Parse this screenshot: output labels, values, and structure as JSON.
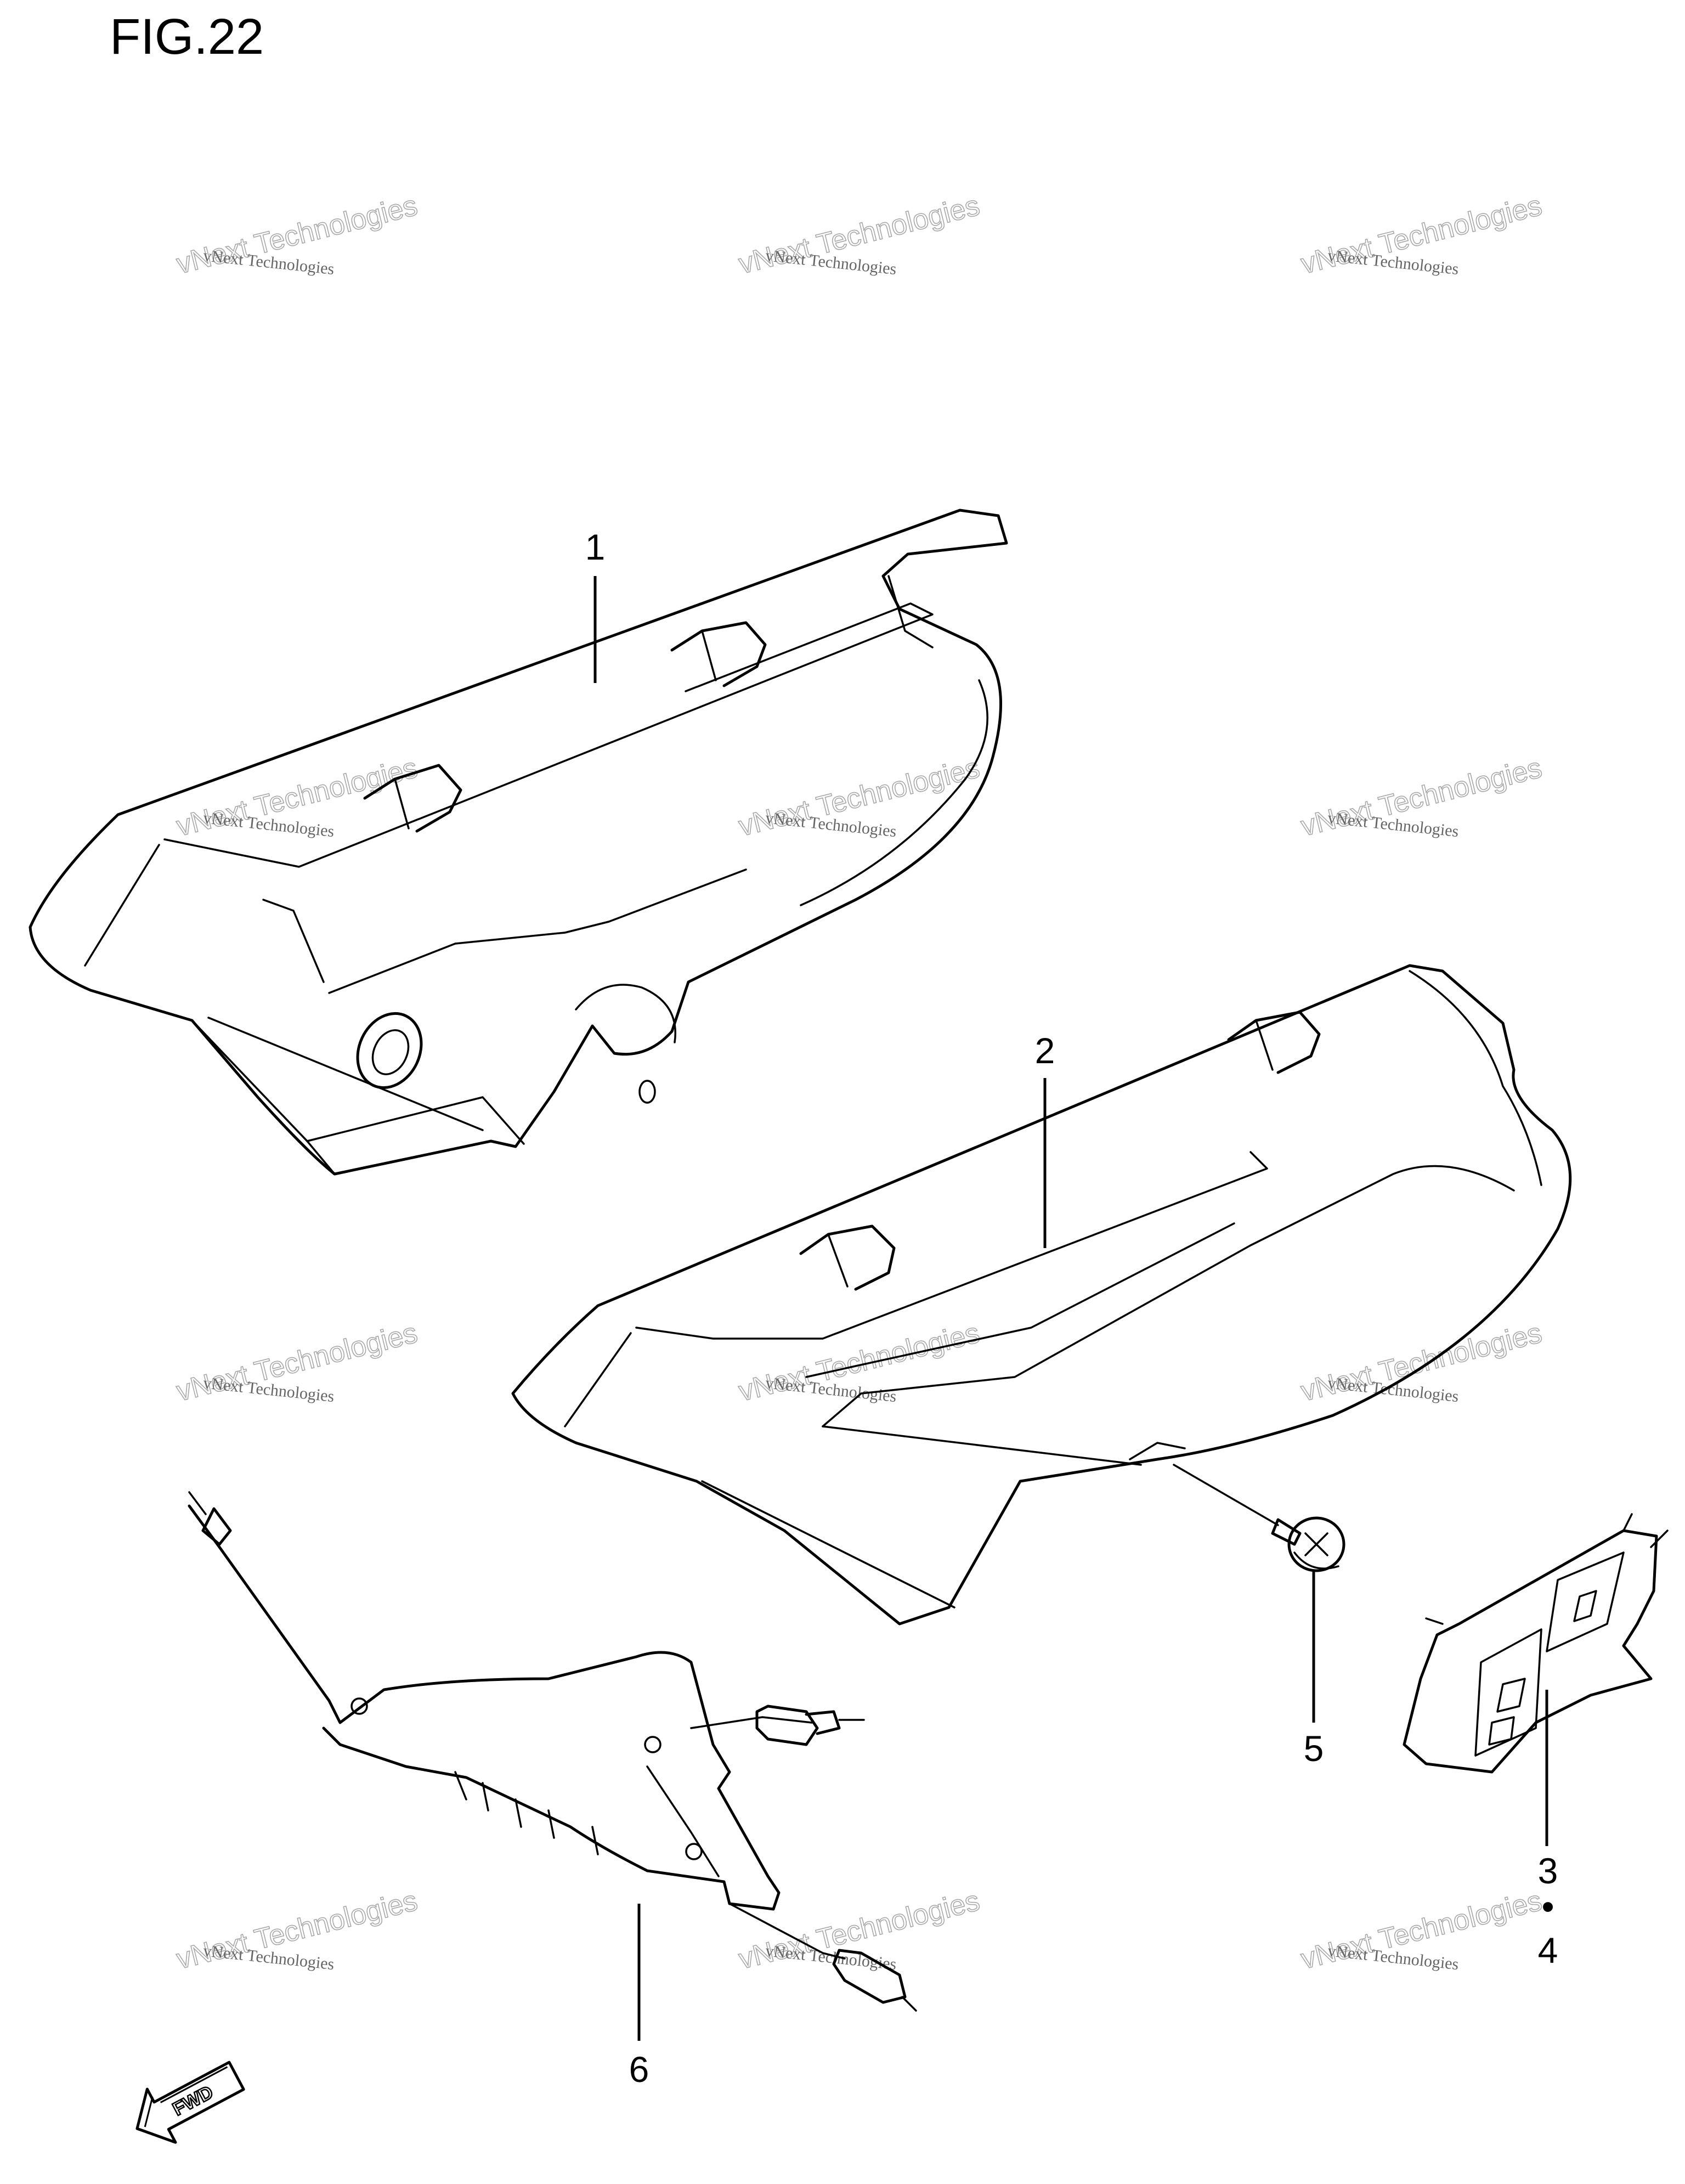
{
  "figure": {
    "title": "FIG.22"
  },
  "callouts": [
    {
      "id": "1",
      "label": "1"
    },
    {
      "id": "2",
      "label": "2"
    },
    {
      "id": "3",
      "label": "3"
    },
    {
      "id": "dot",
      "label": "•"
    },
    {
      "id": "4",
      "label": "4"
    },
    {
      "id": "5",
      "label": "5"
    },
    {
      "id": "6",
      "label": "6"
    }
  ],
  "watermark": {
    "line1": "vNext Technologies",
    "line2": "vNext Technologies"
  },
  "direction_marker": {
    "label": "FWD"
  }
}
